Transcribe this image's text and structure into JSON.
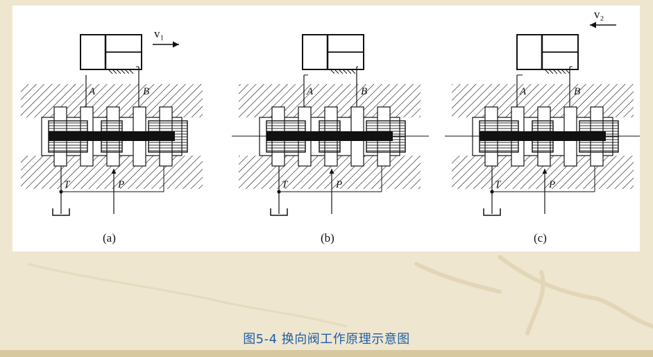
{
  "figure": {
    "caption": "图5-4    换向阀工作原理示意图",
    "panels": [
      {
        "id": "a",
        "sub_label": "(a)",
        "port_a": "A",
        "port_b": "B",
        "port_t": "T",
        "port_p": "P",
        "velocity_label": "v₁"
      },
      {
        "id": "b",
        "sub_label": "(b)",
        "port_a": "A",
        "port_b": "B",
        "port_t": "T",
        "port_p": "P",
        "velocity_label": ""
      },
      {
        "id": "c",
        "sub_label": "(c)",
        "port_a": "A",
        "port_b": "B",
        "port_t": "T",
        "port_p": "P",
        "velocity_label": "v₂"
      }
    ]
  },
  "colors": {
    "background": "#efe6cf",
    "panel": "#ffffff",
    "ink": "#111111",
    "caption": "#1f5fa6"
  }
}
